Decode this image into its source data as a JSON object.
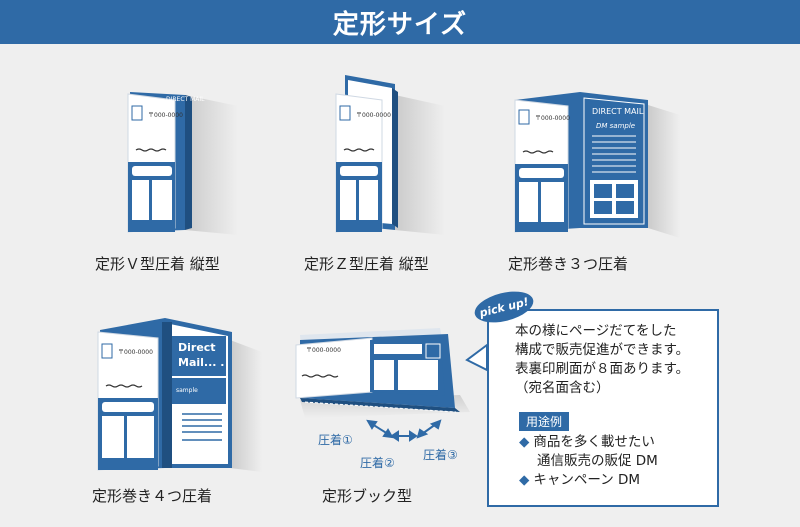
{
  "header": {
    "title": "定形サイズ"
  },
  "captions": {
    "v_fold": "定形Ｖ型圧着 縦型",
    "z_fold": "定形Ｚ型圧着 縦型",
    "roll3": "定形巻き３つ圧着",
    "roll4": "定形巻き４つ圧着",
    "book": "定形ブック型"
  },
  "mockup_text": {
    "direct_mail": "DIRECT MAIL",
    "dm_sample": "DM sample",
    "direct_mail_big": "Direct\nMail...",
    "sample": "sample",
    "postal": "〒000-0000"
  },
  "flow": {
    "step1": "圧着①",
    "step2": "圧着②",
    "step3": "圧着③"
  },
  "callout": {
    "badge": "pick up!",
    "desc_lines": [
      "本の様にページだてをした",
      "構成で販売促進ができます。",
      "表裏印刷面が８面あります。",
      "（宛名面含む）"
    ],
    "usage_tag": "用途例",
    "uses": [
      {
        "bullet": "◆",
        "lines": [
          "商品を多く載せたい",
          "通信販売の販促 DM"
        ]
      },
      {
        "bullet": "◆",
        "lines": [
          "キャンペーン DM"
        ]
      }
    ]
  },
  "colors": {
    "brand": "#2f6aa6",
    "background": "#efefef"
  }
}
